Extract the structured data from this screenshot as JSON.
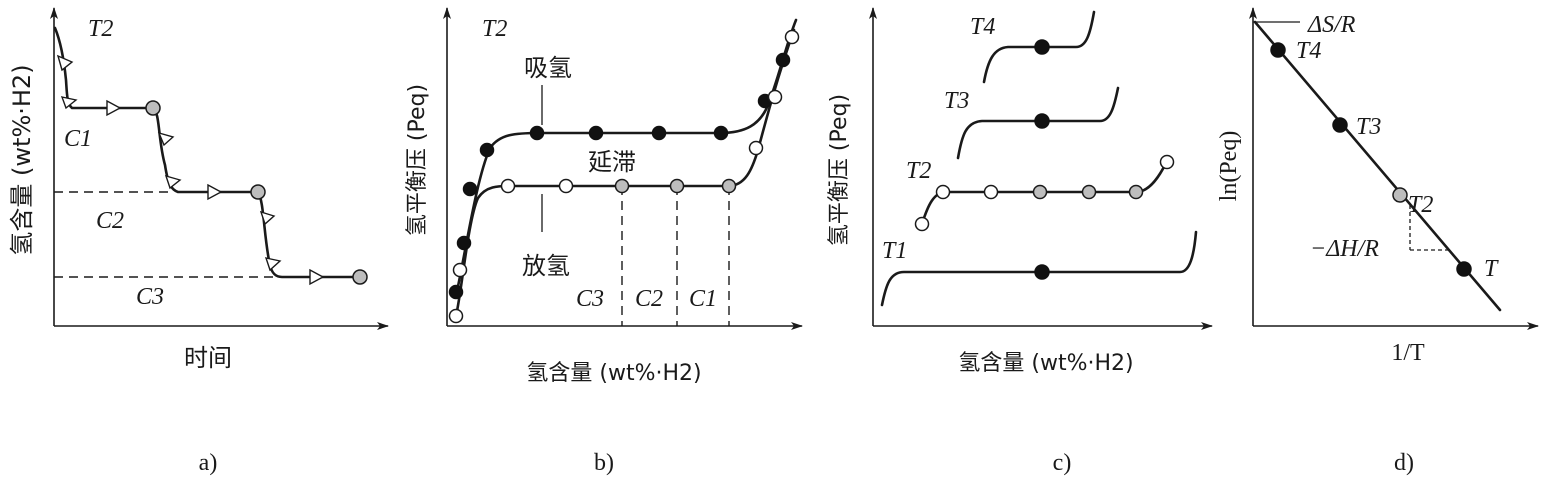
{
  "panels": {
    "a": {
      "caption": "a)",
      "ylabel": "氢含量 (wt%·H2)",
      "xlabel": "时间",
      "temp_label": "T2",
      "levels": [
        "C1",
        "C2",
        "C3"
      ]
    },
    "b": {
      "caption": "b)",
      "ylabel": "氢平衡压 (Peq)",
      "xlabel": "氢含量 (wt%·H2)",
      "temp_label": "T2",
      "absorb_label": "吸氢",
      "desorb_label": "放氢",
      "hysteresis_label": "延滞",
      "ticks": [
        "C3",
        "C2",
        "C1"
      ]
    },
    "c": {
      "caption": "c)",
      "ylabel": "氢平衡压 (Peq)",
      "xlabel": "氢含量 (wt%·H2)",
      "temps": [
        "T4",
        "T3",
        "T2",
        "T1"
      ]
    },
    "d": {
      "caption": "d)",
      "ylabel": "ln(Peq)",
      "xlabel": "1/T",
      "intercept_label": "ΔS/R",
      "slope_label": "−ΔH/R",
      "points": [
        "T4",
        "T3",
        "T2",
        "T"
      ]
    }
  },
  "colors": {
    "ink": "#1a1a1a",
    "filled": "#111111",
    "gray": "#bdbdbd",
    "open": "#ffffff"
  }
}
